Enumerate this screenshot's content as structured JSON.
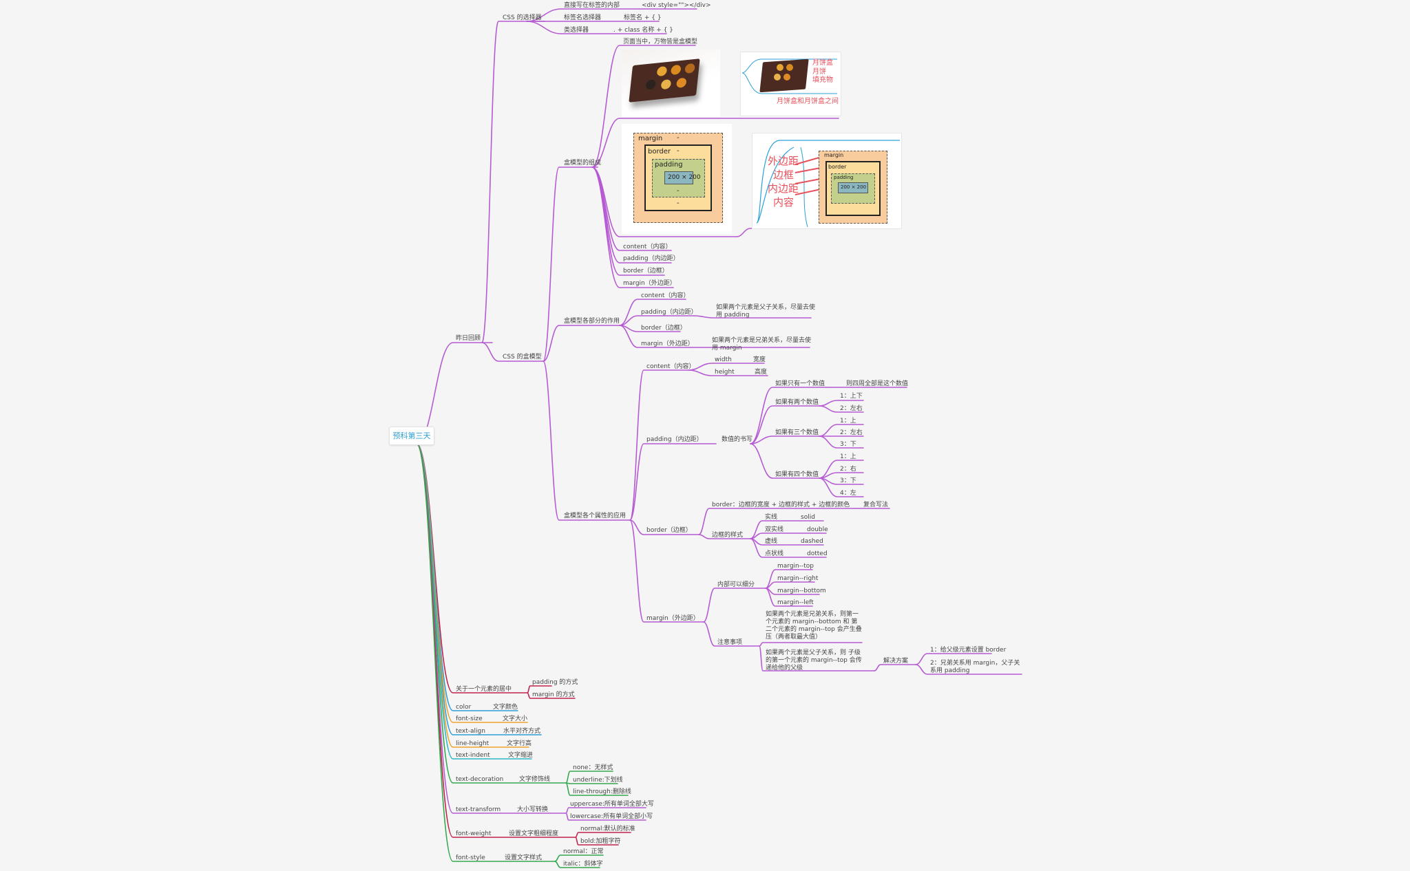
{
  "root": "预科第三天",
  "n": {
    "zrhg": "昨日回顾",
    "cssSel": "CSS 的选择器",
    "sel1": "直接写在标签的内部",
    "sel1v": "<div style=\"\"></div>",
    "sel2": "标签名选择器",
    "sel2v": "标签名 + {  }",
    "sel3": "类选择器",
    "sel3v": ". + class 名称 + {  }",
    "cssBox": "CSS 的盒模型",
    "hmxzc": "盒模型的组成",
    "ymdz": "页面当中，万物皆是盒模型",
    "c_content": "content（内容）",
    "c_padding": "padding（内边距）",
    "c_border": "border（边框）",
    "c_margin": "margin（外边距）",
    "hmxzy": "盒模型各部分的作用",
    "z_content": "content（内容）",
    "z_padding": "padding（内边距）",
    "z_padding_note": "如果两个元素是父子关系，尽量去使用 padding",
    "z_border": "border（边框）",
    "z_margin": "margin（外边距）",
    "z_margin_note": "如果两个元素是兄弟关系，尽量去使用 margin",
    "hmxyy": "盒模型各个属性的应用",
    "y_content": "content（内容）",
    "width": "width",
    "widthv": "宽度",
    "height": "height",
    "heightv": "高度",
    "y_padding": "padding（内边距）",
    "szsx": "数值的书写",
    "one": "如果只有一个数值",
    "onev": "则四周全部是这个数值",
    "two": "如果有两个数值",
    "two1": "1：上下",
    "two2": "2：左右",
    "three": "如果有三个数值",
    "three1": "1：上",
    "three2": "2：左右",
    "three3": "3：下",
    "four": "如果有四个数值",
    "four1": "1：上",
    "four2": "2：右",
    "four3": "3：下",
    "four4": "4：左",
    "y_border": "border（边框）",
    "bfull": "border：边框的宽度 + 边框的样式 + 边框的颜色",
    "bfullv": "复合写法",
    "bstyle": "边框的样式",
    "s1": "实线",
    "s1v": "solid",
    "s2": "双实线",
    "s2v": "double",
    "s3": "虚线",
    "s3v": "dashed",
    "s4": "点状线",
    "s4v": "dotted",
    "y_margin": "margin（外边距）",
    "nbkyxf": "内部可以细分",
    "mt": "margin--top",
    "mr": "margin--right",
    "mb": "margin--bottom",
    "ml": "margin--left",
    "zysx": "注意事项",
    "note1": "如果两个元素是兄弟关系，则第一个元素的 margin--bottom 和 第二个元素的 margin--top 会产生叠压（两者取最大值）",
    "note2": "如果两个元素是父子关系，则 子级的第一个元素的 margin--top 会传递给他的父级",
    "jjfa": "解决方案",
    "sol1": "1：给父级元素设置 border",
    "sol2": "2：兄弟关系用 margin，父子关系用 padding",
    "center": "关于一个元素的居中",
    "center1": "padding 的方式",
    "center2": "margin 的方式",
    "color": "color",
    "colorv": "文字颜色",
    "fs": "font-size",
    "fsv": "文字大小",
    "ta": "text-align",
    "tav": "水平对齐方式",
    "lh": "line-height",
    "lhv": "文字行高",
    "ti": "text-indent",
    "tiv": "文字缩进",
    "td": "text-decoration",
    "tdv": "文字修饰线",
    "td1": "none：无样式",
    "td2": "underline:下划线",
    "td3": "line-through:删除线",
    "tt": "text-transform",
    "ttv": "大小写转换",
    "tt1": "uppercase:所有单词全部大写",
    "tt2": "lowercase:所有单词全部小写",
    "fw": "font-weight",
    "fwv": "设置文字粗细程度",
    "fw1": "normal:默认的标准",
    "fw2": "bold:加粗字符",
    "fst": "font-style",
    "fstv": "设置文字样式",
    "fst1": "normal：正常",
    "fst2": "italic：斜体字"
  },
  "images": {
    "bm_margin": "margin",
    "bm_border": "border",
    "bm_padding": "padding",
    "bm_content": "200 × 200",
    "bm_dash": "-",
    "mc1": "月饼盒",
    "mc2": "月饼",
    "mc3": "填充物",
    "mc4": "月饼盒和月饼盒之间",
    "rb1": "外边距",
    "rb2": "边框",
    "rb3": "内边距",
    "rb4": "内容"
  },
  "colors": {
    "purple": "#b65ad3",
    "root_text": "#2e9fd1",
    "crimson": "#c0234a",
    "blue": "#2a9fd8",
    "orange": "#f0a22c",
    "teal": "#2ab8c8",
    "green": "#35a84f",
    "red_annot": "#e8505b"
  }
}
